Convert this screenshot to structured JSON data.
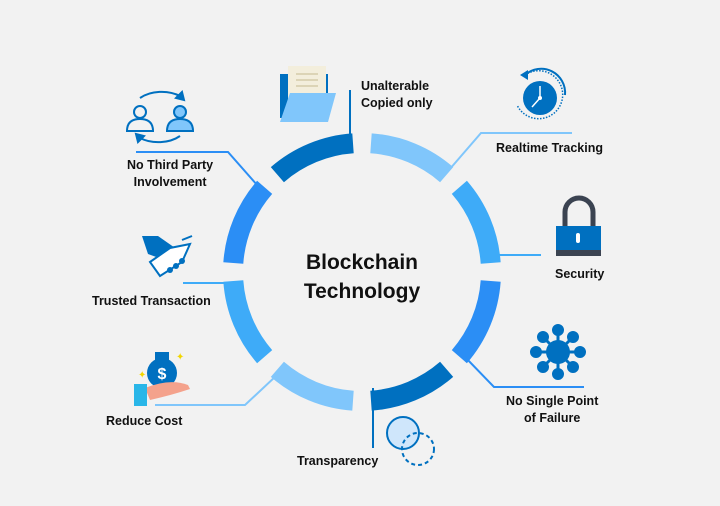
{
  "title": {
    "line1": "Blockchain",
    "line2": "Technology"
  },
  "features": [
    {
      "id": "unalterable",
      "line1": "Unalterable",
      "line2": "Copied only",
      "icon": "folder-icon"
    },
    {
      "id": "realtime",
      "line1": "Realtime Tracking",
      "icon": "clock-refresh-icon"
    },
    {
      "id": "security",
      "line1": "Security",
      "icon": "padlock-icon"
    },
    {
      "id": "no-single-point",
      "line1": "No Single Point",
      "line2": "of Failure",
      "icon": "network-node-icon"
    },
    {
      "id": "transparency",
      "line1": "Transparency",
      "icon": "overlapping-circles-icon"
    },
    {
      "id": "reduce-cost",
      "line1": "Reduce Cost",
      "icon": "money-bag-hand-icon"
    },
    {
      "id": "trusted",
      "line1": "Trusted Transaction",
      "icon": "handshake-icon"
    },
    {
      "id": "no-third-party",
      "line1": "No Third Party",
      "line2": "Involvement",
      "icon": "user-exchange-icon"
    }
  ],
  "colors": {
    "dark": "#0070c0",
    "light": "#80c6fb",
    "mid": "#3eabf8",
    "blue": "#2b8ef5",
    "bg": "#f2f2f2"
  },
  "ring_segments": [
    "dark",
    "light",
    "mid",
    "blue",
    "dark",
    "light",
    "mid",
    "blue"
  ]
}
